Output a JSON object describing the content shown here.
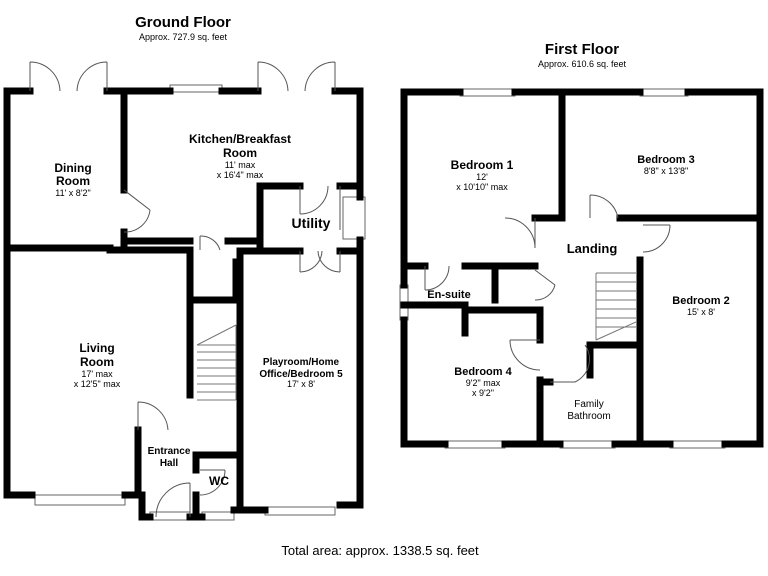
{
  "ground_floor": {
    "title": "Ground Floor",
    "area": "Approx. 727.9 sq. feet",
    "rooms": {
      "dining": {
        "name_line1": "Dining",
        "name_line2": "Room",
        "dims": "11' x 8'2\""
      },
      "kitchen": {
        "name_line1": "Kitchen/Breakfast",
        "name_line2": "Room",
        "dims_line1": "11' max",
        "dims_line2": "x 16'4\" max"
      },
      "utility": {
        "name": "Utility"
      },
      "living": {
        "name_line1": "Living",
        "name_line2": "Room",
        "dims_line1": "17' max",
        "dims_line2": "x 12'5\" max"
      },
      "playroom": {
        "name_line1": "Playroom/Home",
        "name_line2": "Office/Bedroom 5",
        "dims": "17' x 8'"
      },
      "entrance": {
        "name_line1": "Entrance",
        "name_line2": "Hall"
      },
      "wc": {
        "name": "WC"
      }
    }
  },
  "first_floor": {
    "title": "First Floor",
    "area": "Approx. 610.6 sq. feet",
    "rooms": {
      "bedroom1": {
        "name": "Bedroom 1",
        "dims_line1": "12'",
        "dims_line2": "x 10'10\" max"
      },
      "bedroom3": {
        "name": "Bedroom 3",
        "dims": "8'8\" x 13'8\""
      },
      "landing": {
        "name": "Landing"
      },
      "ensuite": {
        "name": "En-suite"
      },
      "bedroom2": {
        "name": "Bedroom 2",
        "dims": "15' x 8'"
      },
      "bedroom4": {
        "name": "Bedroom 4",
        "dims_line1": "9'2\" max",
        "dims_line2": "x 9'2\""
      },
      "bathroom": {
        "name_line1": "Family",
        "name_line2": "Bathroom"
      }
    }
  },
  "total_area": "Total area: approx. 1338.5 sq. feet"
}
